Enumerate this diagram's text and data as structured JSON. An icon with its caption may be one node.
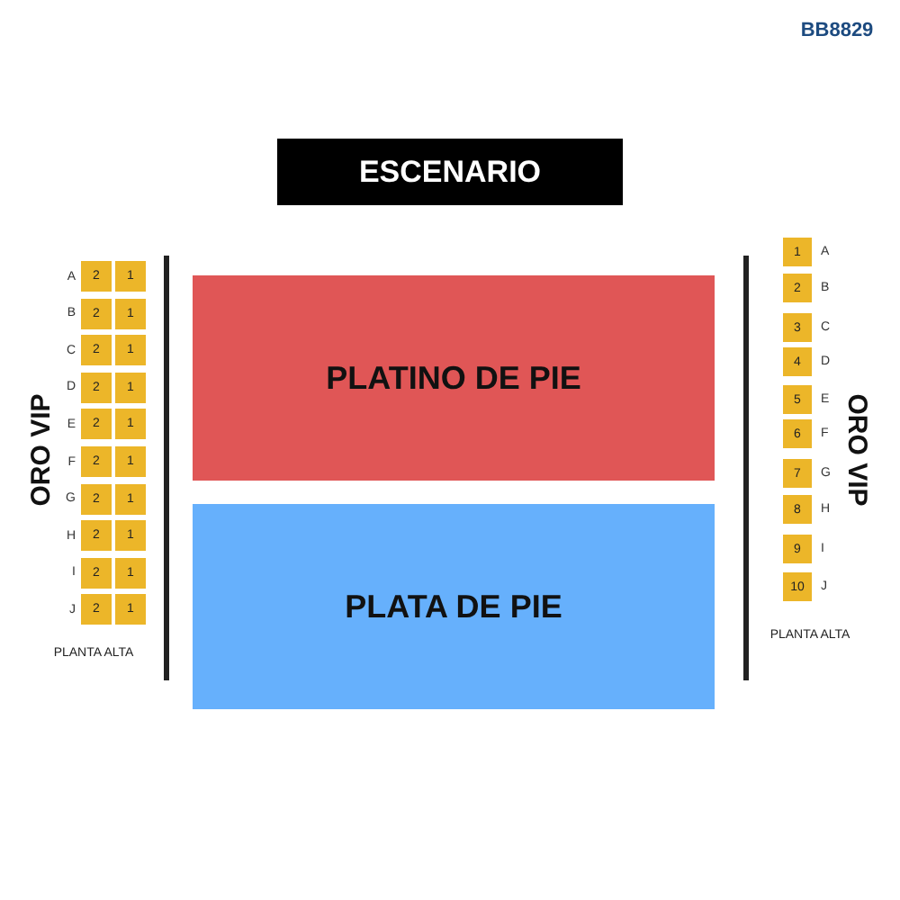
{
  "diagram": {
    "nodes": [
      {
        "text": [
          "ESCENARIO"
        ]
      },
      {
        "text": [
          "PLATINO DE PIE"
        ]
      },
      {
        "text": [
          "PLATA DE PIE"
        ]
      },
      {
        "text": [
          "2"
        ],
        "beside": [
          "A"
        ]
      },
      {
        "text": [
          "1"
        ]
      },
      {
        "text": [
          "2"
        ],
        "beside": [
          "B"
        ]
      },
      {
        "text": [
          "1"
        ]
      },
      {
        "text": [
          "2"
        ],
        "beside": [
          "C"
        ]
      },
      {
        "text": [
          "1"
        ]
      },
      {
        "text": [
          "2"
        ],
        "beside": [
          "D"
        ]
      },
      {
        "text": [
          "1"
        ]
      },
      {
        "text": [
          "2"
        ],
        "beside": [
          "E"
        ]
      },
      {
        "text": [
          "1"
        ]
      },
      {
        "text": [
          "2"
        ],
        "beside": [
          "F"
        ]
      },
      {
        "text": [
          "1"
        ]
      },
      {
        "text": [
          "2"
        ],
        "beside": [
          "G"
        ]
      },
      {
        "text": [
          "1"
        ]
      },
      {
        "text": [
          "2"
        ],
        "beside": [
          "H"
        ]
      },
      {
        "text": [
          "1"
        ]
      },
      {
        "text": [
          "2"
        ],
        "beside": [
          "I"
        ]
      },
      {
        "text": [
          "1"
        ]
      },
      {
        "text": [
          "2"
        ],
        "beside": [
          "J"
        ]
      },
      {
        "text": [
          "1"
        ]
      },
      {
        "text": [
          "1"
        ],
        "beside": [
          "A"
        ]
      },
      {
        "text": [
          "2"
        ],
        "beside": [
          "B"
        ]
      },
      {
        "text": [
          "3"
        ],
        "beside": [
          "C"
        ]
      },
      {
        "text": [
          "4"
        ],
        "beside": [
          "D"
        ]
      },
      {
        "text": [
          "5"
        ],
        "beside": [
          "E"
        ]
      },
      {
        "text": [
          "6"
        ],
        "beside": [
          "F"
        ]
      },
      {
        "text": [
          "7"
        ],
        "beside": [
          "G"
        ]
      },
      {
        "text": [
          "8"
        ],
        "beside": [
          "H"
        ]
      },
      {
        "text": [
          "9"
        ],
        "beside": [
          "I"
        ]
      },
      {
        "text": [
          "10"
        ],
        "beside": [
          "J"
        ]
      }
    ],
    "labels": [
      "BB8829",
      "ORO VIP",
      "PLANTA ALTA",
      "ORO VIP",
      "PLANTA ALTA"
    ]
  }
}
